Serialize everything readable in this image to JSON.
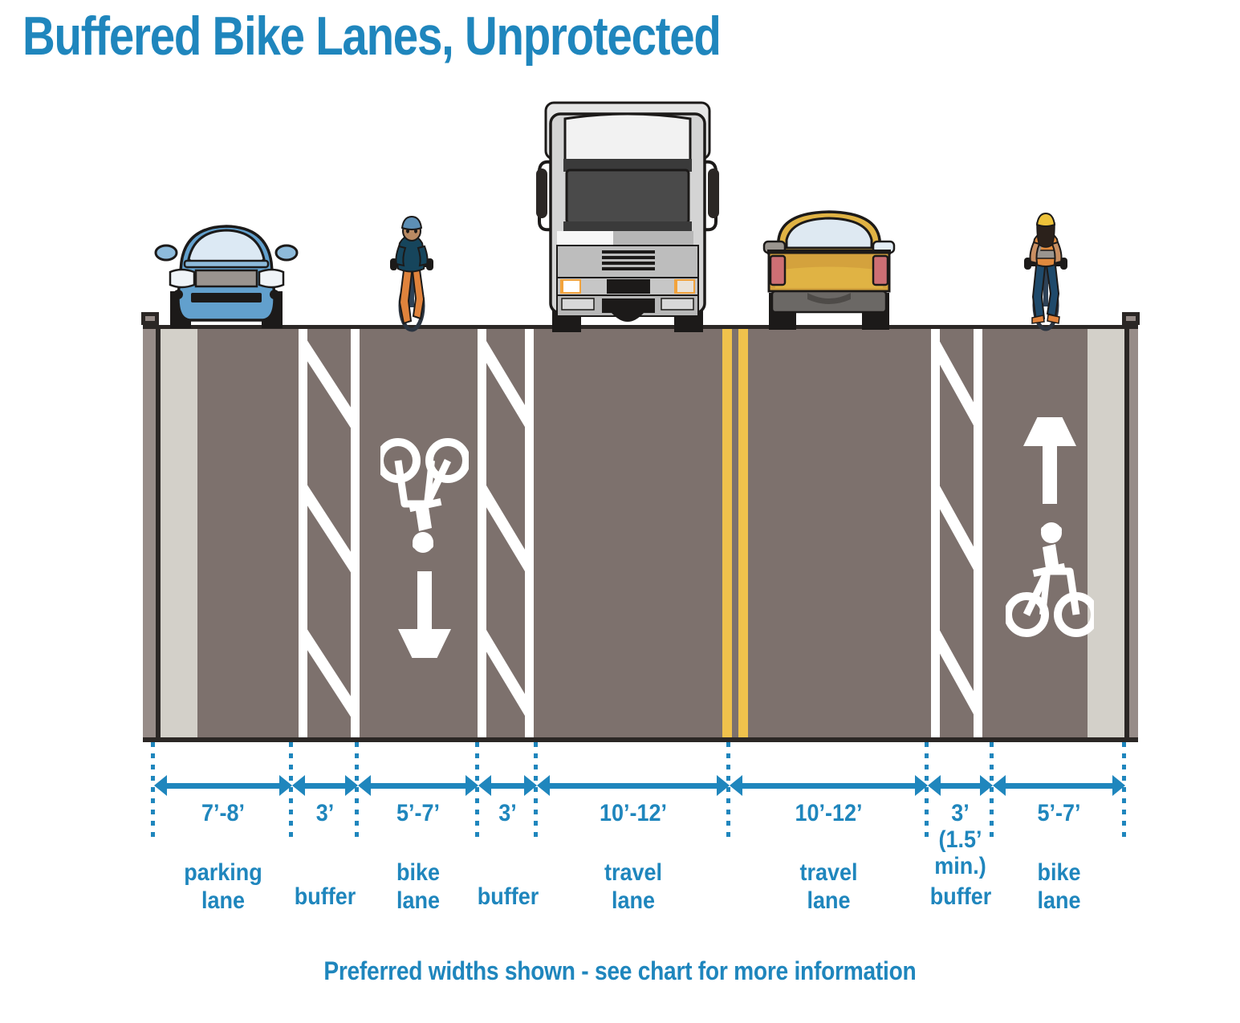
{
  "title": "Buffered Bike Lanes, Unprotected",
  "footer": "Preferred widths shown - see chart for more information",
  "colors": {
    "accent_blue": "#1f86bd",
    "asphalt": "#7d716d",
    "concrete": "#d3d0c9",
    "curb_gray": "#978c88",
    "outline_dark": "#2b2725",
    "lane_marking_white": "#ffffff",
    "center_line_yellow": "#f0c24c",
    "car_blue": "#62a0cd",
    "pickup_yellow": "#e0b344",
    "truck_gray": "#c9c9c9"
  },
  "cross_section": {
    "caption": "Street cross-section with buffered bike lanes on both sides",
    "segments": [
      {
        "key": "parking-lane",
        "dimension": "7’-8’",
        "dimension_lines": [
          "7’-8’"
        ],
        "label": "parking\nlane",
        "label_lines": [
          "parking",
          "lane"
        ]
      },
      {
        "key": "buffer-left",
        "dimension": "3’",
        "dimension_lines": [
          "3’"
        ],
        "label": "buffer",
        "label_lines": [
          "buffer"
        ]
      },
      {
        "key": "bike-lane-left",
        "dimension": "5’-7’",
        "dimension_lines": [
          "5’-7’"
        ],
        "label": "bike\nlane",
        "label_lines": [
          "bike",
          "lane"
        ]
      },
      {
        "key": "buffer-mid",
        "dimension": "3’",
        "dimension_lines": [
          "3’"
        ],
        "label": "buffer",
        "label_lines": [
          "buffer"
        ]
      },
      {
        "key": "travel-lane-1",
        "dimension": "10’-12’",
        "dimension_lines": [
          "10’-12’"
        ],
        "label": "travel\nlane",
        "label_lines": [
          "travel",
          "lane"
        ]
      },
      {
        "key": "travel-lane-2",
        "dimension": "10’-12’",
        "dimension_lines": [
          "10’-12’"
        ],
        "label": "travel\nlane",
        "label_lines": [
          "travel",
          "lane"
        ]
      },
      {
        "key": "buffer-right",
        "dimension": "3’ (1.5’ min.)",
        "dimension_lines": [
          "3’",
          "(1.5’",
          "min.)"
        ],
        "label": "buffer",
        "label_lines": [
          "buffer"
        ]
      },
      {
        "key": "bike-lane-right",
        "dimension": "5’-7’",
        "dimension_lines": [
          "5’-7’"
        ],
        "label": "bike\nlane",
        "label_lines": [
          "bike",
          "lane"
        ]
      }
    ]
  },
  "scene": {
    "vehicles": [
      {
        "name": "parked-car",
        "type": "car-front",
        "color": "blue",
        "lane": "parking lane"
      },
      {
        "name": "cyclist-left",
        "type": "cyclist-facing",
        "color": "blue helmet, orange pants",
        "lane": "bike lane (left)"
      },
      {
        "name": "box-truck",
        "type": "truck-front",
        "color": "white",
        "lane": "travel lane (near)"
      },
      {
        "name": "pickup-truck",
        "type": "pickup-rear",
        "color": "yellow",
        "lane": "travel lane (far)"
      },
      {
        "name": "cyclist-right",
        "type": "cyclist-rear",
        "color": "yellow helmet, orange top",
        "lane": "bike lane (right)"
      }
    ],
    "pavement_markings": [
      {
        "name": "bike-symbol-left",
        "orientation": "inverted",
        "note": "bicycle stencil + downward arrow"
      },
      {
        "name": "bike-symbol-right",
        "orientation": "upright",
        "note": "upward arrow + bicycle stencil"
      },
      {
        "name": "center-double-yellow",
        "count": 2
      },
      {
        "name": "buffer-hatching",
        "count": 3
      }
    ]
  }
}
